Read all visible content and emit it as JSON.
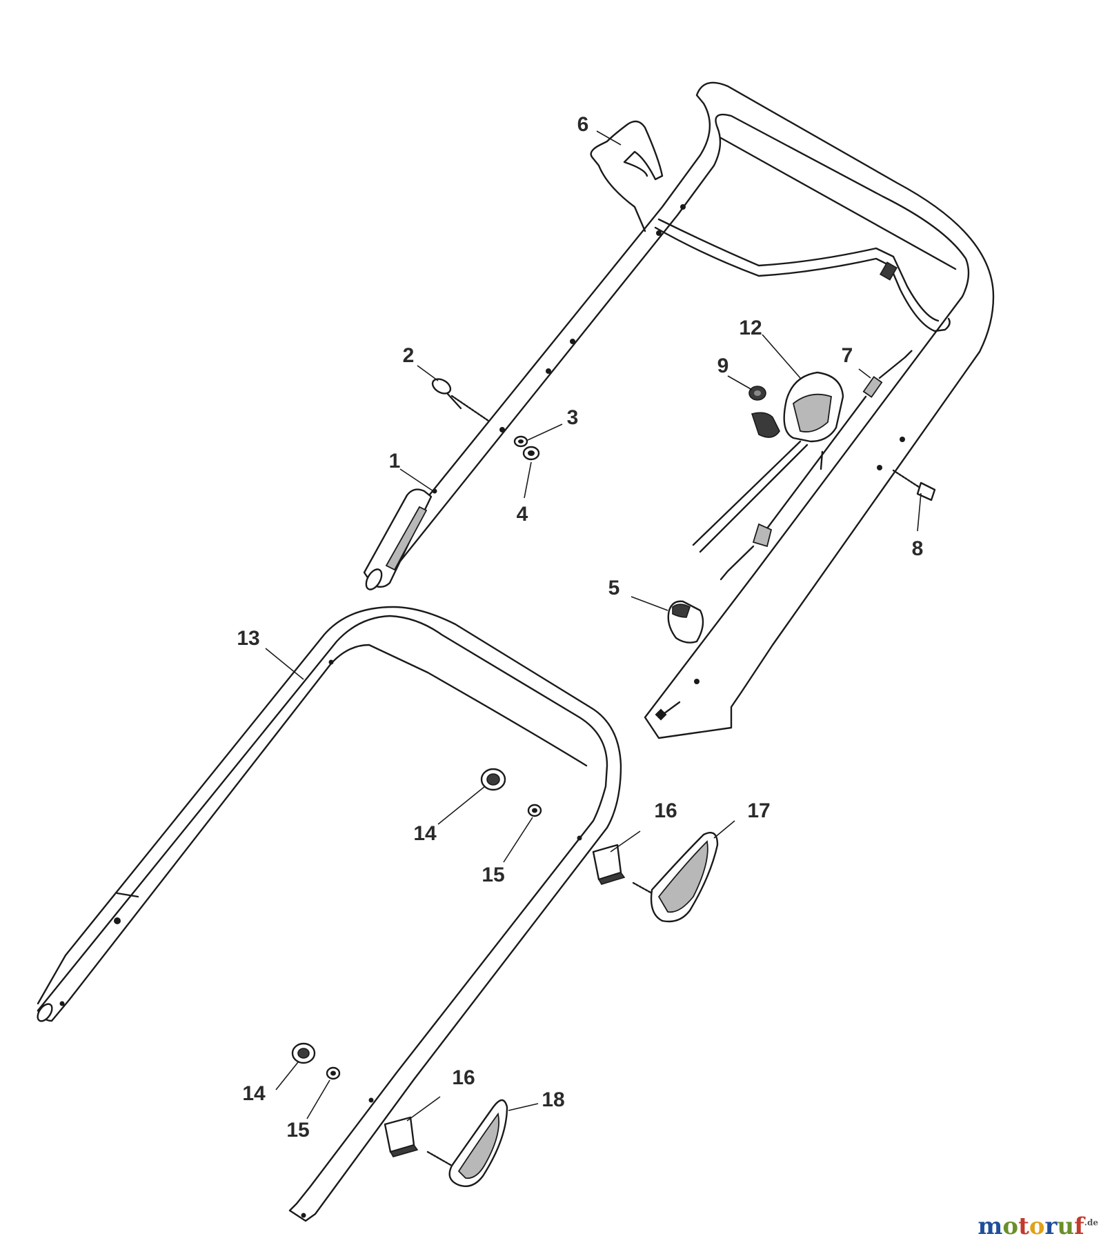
{
  "callouts": [
    {
      "id": "1",
      "text": "1"
    },
    {
      "id": "2",
      "text": "2"
    },
    {
      "id": "3",
      "text": "3"
    },
    {
      "id": "4",
      "text": "4"
    },
    {
      "id": "5",
      "text": "5"
    },
    {
      "id": "6",
      "text": "6"
    },
    {
      "id": "7",
      "text": "7"
    },
    {
      "id": "8",
      "text": "8"
    },
    {
      "id": "9",
      "text": "9"
    },
    {
      "id": "12",
      "text": "12"
    },
    {
      "id": "13",
      "text": "13"
    },
    {
      "id": "14a",
      "text": "14"
    },
    {
      "id": "15a",
      "text": "15"
    },
    {
      "id": "16a",
      "text": "16"
    },
    {
      "id": "17",
      "text": "17"
    },
    {
      "id": "14b",
      "text": "14"
    },
    {
      "id": "15b",
      "text": "15"
    },
    {
      "id": "16b",
      "text": "16"
    },
    {
      "id": "18",
      "text": "18"
    }
  ],
  "watermark": {
    "letters": [
      {
        "char": "m",
        "color": "#1f4e9a"
      },
      {
        "char": "o",
        "color": "#6a8f2a"
      },
      {
        "char": "t",
        "color": "#c23a2e"
      },
      {
        "char": "o",
        "color": "#e0a21a"
      },
      {
        "char": "r",
        "color": "#1f4e9a"
      },
      {
        "char": "u",
        "color": "#6a8f2a"
      },
      {
        "char": "f",
        "color": "#c23a2e"
      }
    ],
    "suffix": ".de"
  }
}
